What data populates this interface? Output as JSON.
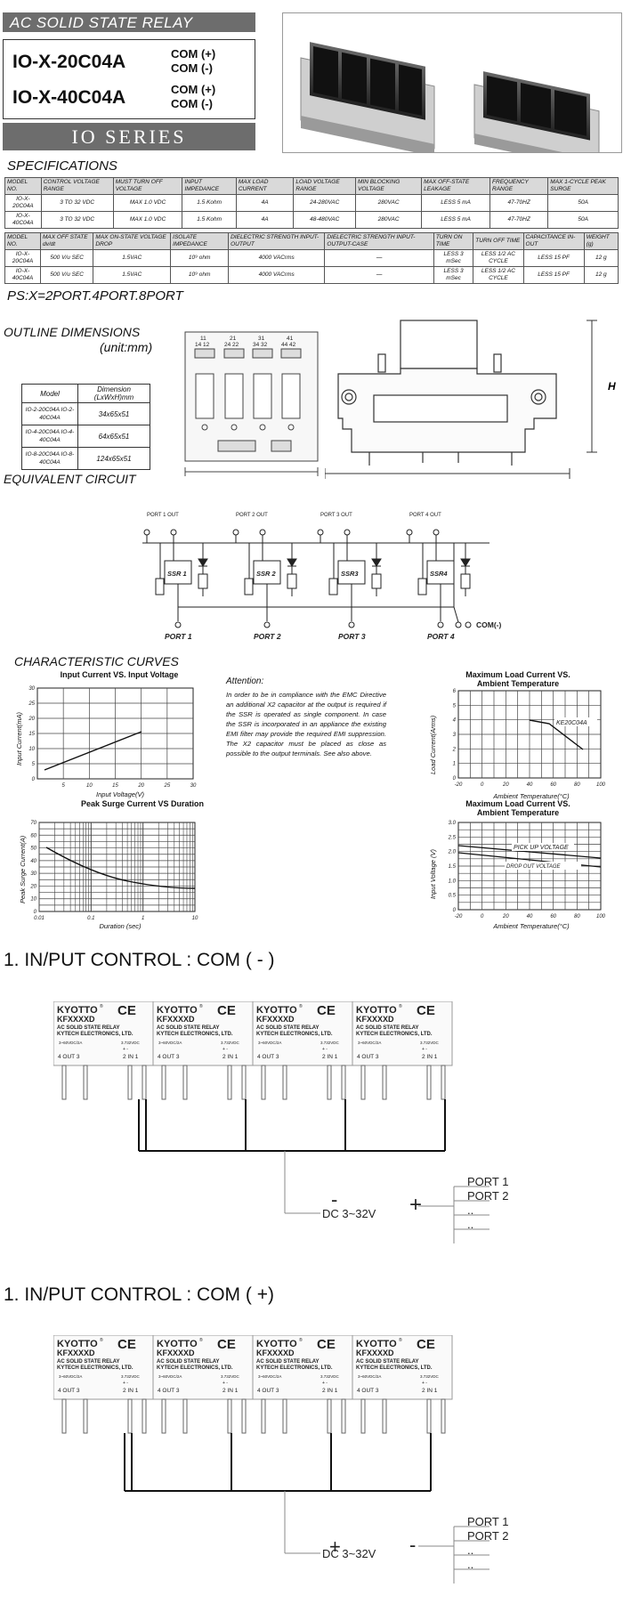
{
  "header": {
    "banner": "AC SOLID STATE RELAY",
    "model1": "IO-X-20C04A",
    "model2": "IO-X-40C04A",
    "com_plus": "COM (+)",
    "com_minus": "COM (-)",
    "series": "IO SERIES"
  },
  "specs": {
    "title": "SPECIFICATIONS",
    "table1": {
      "headers": [
        "MODEL NO.",
        "CONTROL VOLTAGE RANGE",
        "MUST TURN OFF VOLTAGE",
        "INPUT IMPEDANCE",
        "MAX LOAD CURRENT",
        "LOAD VOLTAGE RANGE",
        "MIN BLOCKING VOLTAGE",
        "MAX OFF-STATE LEAKAGE",
        "FREQUENCY RANGE",
        "MAX 1-CYCLE PEAK SURGE"
      ],
      "rows": [
        [
          "IO-X-20C04A",
          "3 TO 32 VDC",
          "MAX 1.0 VDC",
          "1.5 Kohm",
          "4A",
          "24-280VAC",
          "280VAC",
          "LESS 5 mA",
          "47-70HZ",
          "50A"
        ],
        [
          "IO-X-40C04A",
          "3 TO 32 VDC",
          "MAX 1.0 VDC",
          "1.5 Kohm",
          "4A",
          "48-480VAC",
          "280VAC",
          "LESS 5 mA",
          "47-70HZ",
          "50A"
        ]
      ]
    },
    "table2": {
      "headers": [
        "MODEL NO.",
        "MAX OFF STATE dv/dt",
        "MAX ON-STATE VOLTAGE DROP",
        "ISOLATE IMPEDANCE",
        "DIELECTRIC STRENGTH INPUT-OUTPUT",
        "DIELECTRIC STRENGTH INPUT-OUTPUT-CASE",
        "TURN ON TIME",
        "TURN OFF TIME",
        "CAPACITANCE IN-OUT",
        "WEIGHT (g)"
      ],
      "rows": [
        [
          "IO-X-20C04A",
          "500 V/u SEC",
          "1.5VAC",
          "10⁹ ohm",
          "4000 VACrms",
          "—",
          "LESS 3 mSec",
          "LESS 1/2 AC CYCLE",
          "LESS 15 PF",
          "12 g"
        ],
        [
          "IO-X-40C04A",
          "500 V/u SEC",
          "1.5VAC",
          "10⁹ ohm",
          "4000 VACrms",
          "—",
          "LESS 3 mSec",
          "LESS 1/2 AC CYCLE",
          "LESS 15 PF",
          "12 g"
        ]
      ]
    },
    "ps_note": "PS:X=2PORT.4PORT.8PORT"
  },
  "outline": {
    "title": "OUTLINE DIMENSIONS",
    "unit": "(unit:mm)",
    "table": {
      "headers": [
        "Model",
        "Dimension (LxWxH)mm"
      ],
      "rows": [
        [
          "IO-2-20C04A IO-2-40C04A",
          "34x65x51"
        ],
        [
          "IO-4-20C04A IO-4-40C04A",
          "64x65x51"
        ],
        [
          "IO-8-20C04A IO-8-40C04A",
          "124x65x51"
        ]
      ]
    },
    "h_label": "H",
    "pin_labels": [
      "11",
      "14 12",
      "21",
      "24 22",
      "31",
      "34 32",
      "41",
      "44 42"
    ]
  },
  "circuit": {
    "title": "EQUIVALENT CIRCUIT",
    "port_out": [
      "PORT 1 OUT",
      "PORT 2 OUT",
      "PORT 3 OUT",
      "PORT 4 OUT"
    ],
    "ssr": [
      "SSR 1",
      "SSR 2",
      "SSR3",
      "SSR4"
    ],
    "ports": [
      "PORT 1",
      "PORT 2",
      "PORT 3",
      "PORT 4"
    ],
    "com": "COM(-)"
  },
  "curves": {
    "title": "CHARACTERISTIC CURVES",
    "c1": {
      "title": "Input Current VS. Input Voltage",
      "ylabel": "Input Current(mA)",
      "xlabel": "Input Voltage(V)",
      "yticks": [
        "30",
        "25",
        "20",
        "15",
        "10",
        "5",
        "0"
      ],
      "xticks": [
        "5",
        "10",
        "15",
        "20",
        "25",
        "30"
      ]
    },
    "c2": {
      "title": "Maximum Load Current VS. Ambient Temperature",
      "ylabel": "Load Current(Arms)",
      "xlabel": "Ambient Temperature(°C)",
      "series": "KE20C04A",
      "yticks": [
        "6",
        "5",
        "4",
        "3",
        "2",
        "1",
        "0"
      ],
      "xticks": [
        "-20",
        "0",
        "20",
        "40",
        "60",
        "80",
        "100"
      ]
    },
    "c3": {
      "title": "Peak Surge Current VS Duration",
      "ylabel": "Peak Surge Current(A)",
      "xlabel": "Duration (sec)",
      "yticks": [
        "70",
        "60",
        "50",
        "40",
        "30",
        "20",
        "10",
        "0"
      ],
      "xticks": [
        "0.01",
        "0.1",
        "1",
        "10"
      ]
    },
    "c4": {
      "title": "Maximum Load Current VS. Ambient Temperature",
      "ylabel": "Input Voltage (V)",
      "xlabel": "Ambient Temperature(°C)",
      "series1": "PICK UP VOLTAGE",
      "series2": "DROP OUT VOLTAGE",
      "yticks": [
        "3.0",
        "2.5",
        "2.0",
        "1.5",
        "1.0",
        "0.5",
        "0"
      ],
      "xticks": [
        "-20",
        "0",
        "20",
        "40",
        "60",
        "80",
        "100"
      ]
    },
    "attention_title": "Attention:",
    "attention_text": "In order to be in compliance with the EMC Directive an additional X2 capacitor at the output is required if the SSR is operated as single component. In case the SSR is incorporated in an appliance the existing EMI filter may provide the required EMI suppression. The X2 capacitor must be placed as close as possible to the output terminals. See also above."
  },
  "relay": {
    "brand": "KYOTTO",
    "reg": "®",
    "ce": "CE",
    "model": "KFXXXXD",
    "line1": "AC SOLID STATE RELAY",
    "line2": "KYTECH ELECTRONICS, LTD.",
    "rating_out": "3~60VDC/2A",
    "rating_in": "3.732VDC",
    "pin_out": "4   OUT   3",
    "pin_in": "2  IN  1",
    "pol": "+ -"
  },
  "wiring1": {
    "title": "1. IN/PUT CONTROL : COM ( - )",
    "dc": "DC 3~32V",
    "minus": "-",
    "plus": "+",
    "ports": [
      "PORT 1",
      "PORT 2",
      "..",
      ".."
    ]
  },
  "wiring2": {
    "title": "1. IN/PUT CONTROL : COM ( +)",
    "dc": "DC 3~32V",
    "minus": "-",
    "plus": "+",
    "ports": [
      "PORT 1",
      "PORT 2",
      "..",
      ".."
    ]
  }
}
